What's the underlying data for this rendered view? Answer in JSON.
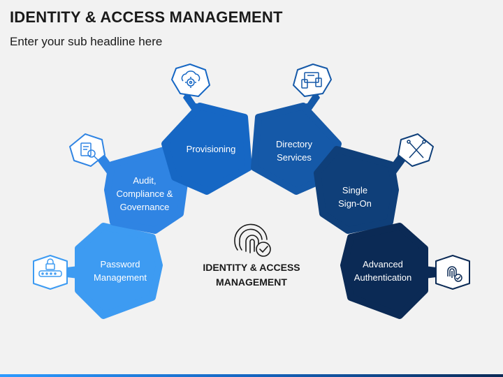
{
  "header": {
    "title": "IDENTITY & ACCESS MANAGEMENT",
    "subtitle": "Enter your sub headline here"
  },
  "center": {
    "line1": "IDENTITY & ACCESS",
    "line2": "MANAGEMENT",
    "icon": "fingerprint-check-icon"
  },
  "nodes": [
    {
      "line1": "Password",
      "line2": "Management",
      "color": "#3d9bf2",
      "icon": "password-lock-icon"
    },
    {
      "line1": "Audit,",
      "line2": "Compliance &",
      "line3": "Governance",
      "color": "#2f84e3",
      "icon": "audit-document-icon"
    },
    {
      "line1": "Provisioning",
      "color": "#1667c4",
      "icon": "cloud-gear-icon"
    },
    {
      "line1": "Directory",
      "line2": "Services",
      "color": "#1559a8",
      "icon": "directory-devices-icon"
    },
    {
      "line1": "Single",
      "line2": "Sign-On",
      "color": "#0f3f79",
      "icon": "key-cross-icon"
    },
    {
      "line1": "Advanced",
      "line2": "Authentication",
      "color": "#0b2a55",
      "icon": "fingerprint-shield-icon"
    }
  ]
}
